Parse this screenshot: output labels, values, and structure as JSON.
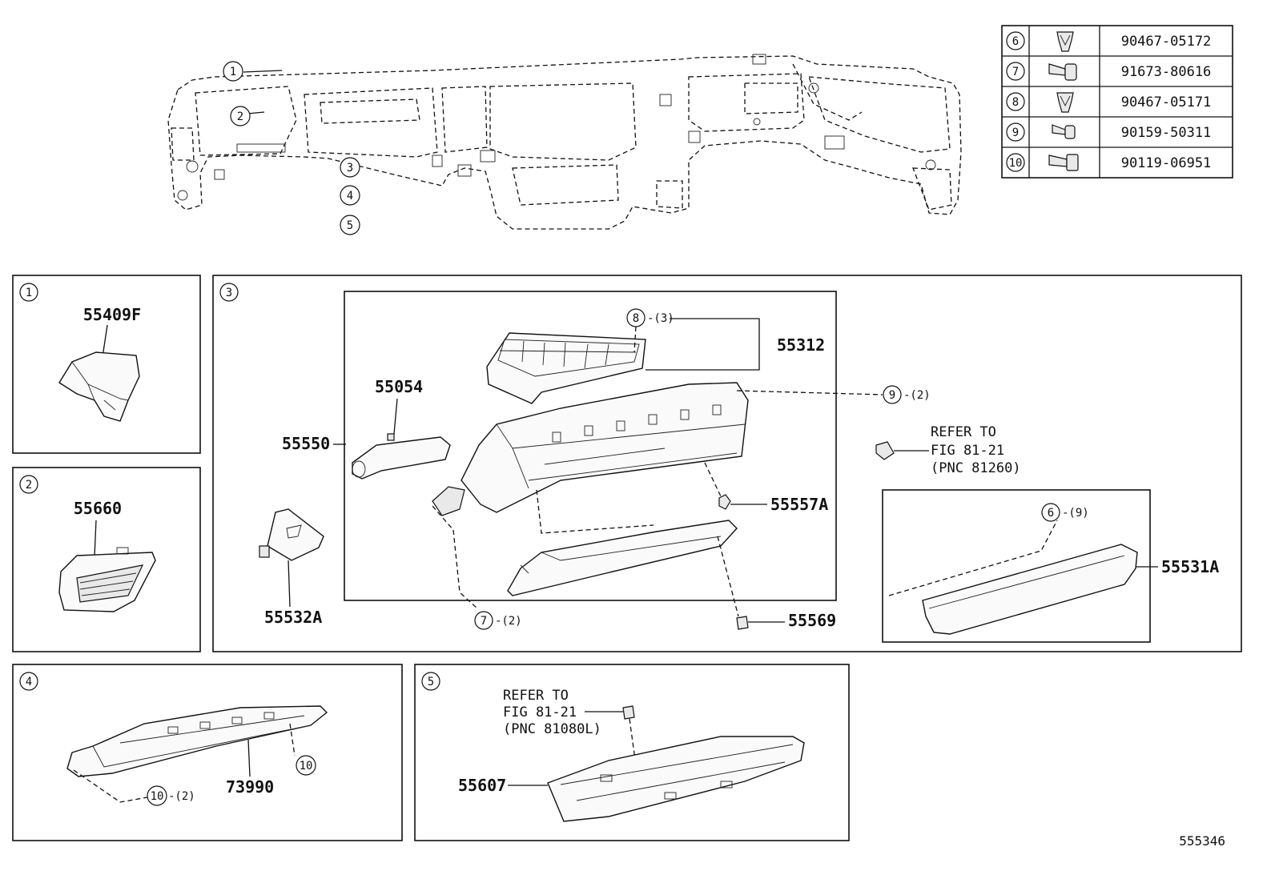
{
  "diagram": {
    "overview_callouts": [
      "1",
      "2",
      "3",
      "4",
      "5"
    ],
    "fastener_table": [
      {
        "ref": "6",
        "part_number": "90467-05172",
        "icon": "clip-icon"
      },
      {
        "ref": "7",
        "part_number": "91673-80616",
        "icon": "screw-icon"
      },
      {
        "ref": "8",
        "part_number": "90467-05171",
        "icon": "clip-icon"
      },
      {
        "ref": "9",
        "part_number": "90159-50311",
        "icon": "screw-icon"
      },
      {
        "ref": "10",
        "part_number": "90119-06951",
        "icon": "bolt-icon"
      }
    ],
    "panel1": {
      "index": "1",
      "part": "55409F"
    },
    "panel2": {
      "index": "2",
      "part": "55660"
    },
    "panel3": {
      "index": "3",
      "parts": {
        "p55312": "55312",
        "p55054": "55054",
        "p55550": "55550",
        "p55557A": "55557A",
        "p55532A": "55532A",
        "p55569": "55569",
        "p55531A": "55531A"
      },
      "callouts": {
        "c8": "8",
        "q8": "-(3)",
        "c9": "9",
        "q9": "-(2)",
        "c7": "7",
        "q7": "-(2)",
        "c6": "6",
        "q6": "-(9)"
      },
      "refer": [
        "REFER TO",
        "FIG 81-21",
        "(PNC 81260)"
      ]
    },
    "panel4": {
      "index": "4",
      "part": "73990",
      "callouts": {
        "c10a": "10",
        "q10a": "-(2)",
        "c10b": "10"
      }
    },
    "panel5": {
      "index": "5",
      "part": "55607",
      "refer": [
        "REFER TO",
        "FIG 81-21",
        "(PNC 81080L)"
      ]
    },
    "figure_number": "555346"
  }
}
